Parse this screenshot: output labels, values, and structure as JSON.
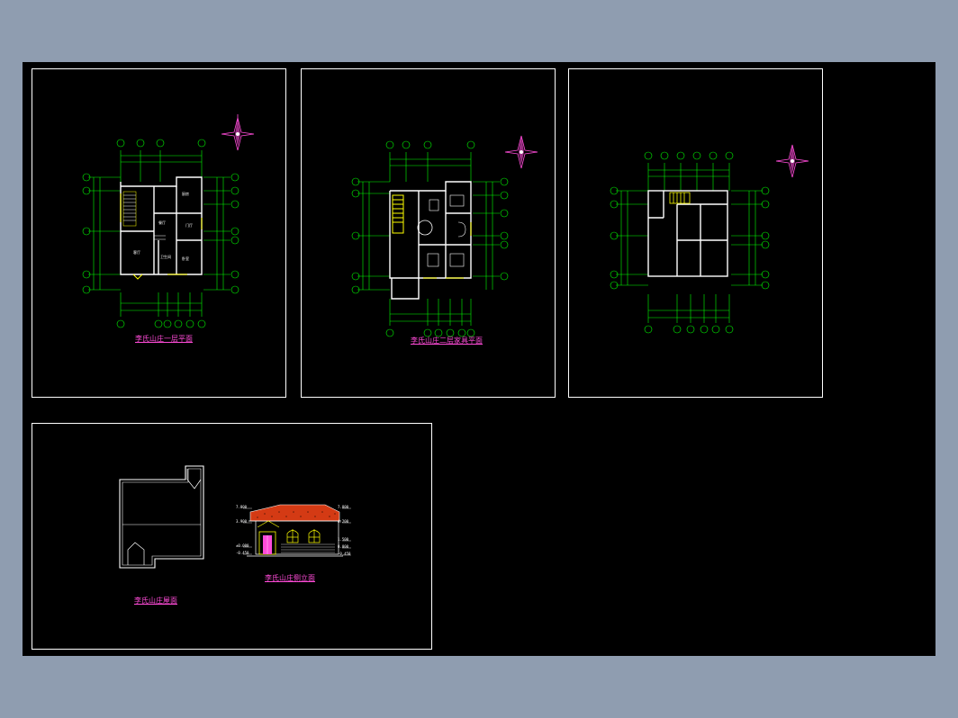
{
  "drawing": {
    "background": "#000000",
    "frame_color": "#ffffff",
    "wall_color": "#ffffff",
    "dimension_color": "#00ff00",
    "title_color": "#ff4bd8",
    "roof_tile_color": "#d43a14",
    "window_color": "#ffff00"
  },
  "sheets": [
    {
      "title": "李氏山庄一层平面",
      "rooms": [
        "客厅",
        "厨房",
        "卧室",
        "卫生间",
        "餐厅",
        "门厅"
      ]
    },
    {
      "title": "李氏山庄二层家具平面",
      "rooms": []
    },
    {
      "title": "",
      "rooms": []
    },
    {
      "roof_title": "李氏山庄屋面",
      "elevation_title": "李氏山庄侧立面",
      "levels_left": [
        "7.800",
        "3.900",
        "±0.000",
        "-0.450"
      ],
      "levels_right": [
        "7.800",
        "4.200",
        "1.500",
        "0.000",
        "-0.450"
      ]
    }
  ],
  "icons": [
    "north-arrow-icon",
    "north-arrow-icon",
    "north-arrow-icon"
  ]
}
